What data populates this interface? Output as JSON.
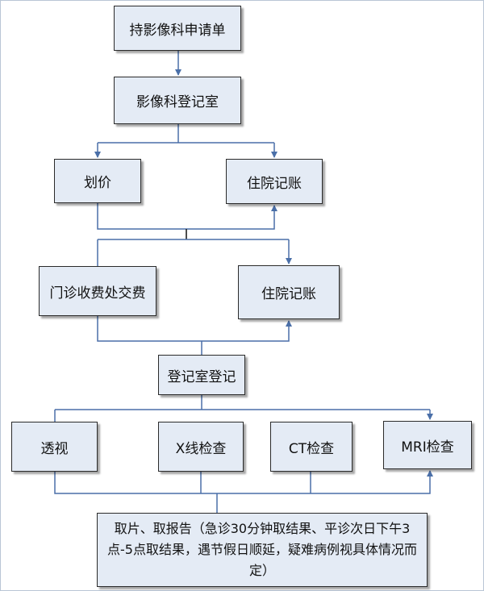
{
  "flowchart": {
    "n1": "持影像科申请单",
    "n2": "影像科登记室",
    "n3a": "划价",
    "n3b": "住院记账",
    "n4a": "门诊收费处交费",
    "n4b": "住院记账",
    "n5": "登记室登记",
    "n6a": "透视",
    "n6b": "X线检查",
    "n6c": "CT检查",
    "n6d": "MRI检查",
    "n7": "取片、取报告（急诊30分钟取结果、平诊次日下午3点-5点取结果，遇节假日顺延，疑难病例视具体情况而定）"
  },
  "colors": {
    "arrow": "#4a6fa8",
    "box_fill": "#e4ebf5",
    "box_border": "#2a2a2a"
  }
}
